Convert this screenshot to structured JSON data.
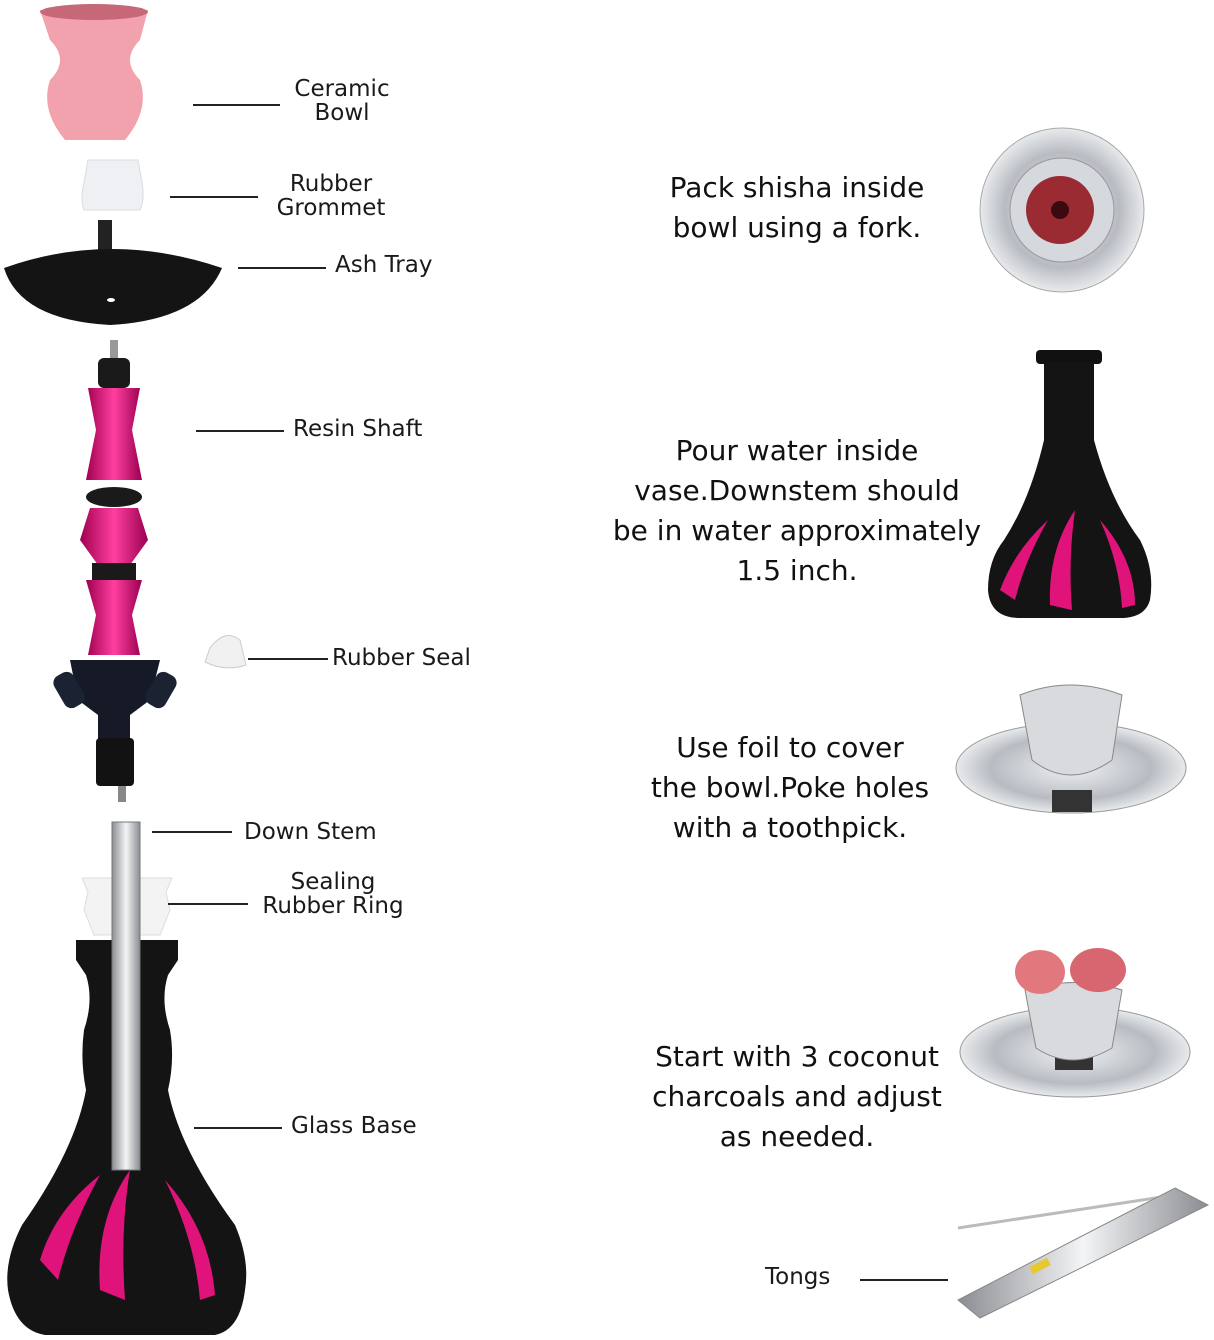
{
  "parts": [
    {
      "id": "ceramic-bowl",
      "lines": [
        "Ceramic",
        "Bowl"
      ]
    },
    {
      "id": "rubber-grommet",
      "lines": [
        "Rubber",
        "Grommet"
      ]
    },
    {
      "id": "ash-tray",
      "lines": [
        "Ash Tray"
      ]
    },
    {
      "id": "resin-shaft",
      "lines": [
        "Resin Shaft"
      ]
    },
    {
      "id": "rubber-seal",
      "lines": [
        "Rubber Seal"
      ]
    },
    {
      "id": "down-stem",
      "lines": [
        "Down Stem"
      ]
    },
    {
      "id": "sealing-rubber-ring",
      "lines": [
        "Sealing",
        "Rubber Ring"
      ]
    },
    {
      "id": "glass-base",
      "lines": [
        "Glass Base"
      ]
    },
    {
      "id": "tongs",
      "lines": [
        "Tongs"
      ]
    }
  ],
  "instructions": [
    {
      "lines": [
        "Pack shisha inside",
        "bowl using a fork."
      ]
    },
    {
      "lines": [
        "Pour water inside",
        "vase.Downstem should",
        "be in water approximately",
        "1.5 inch."
      ]
    },
    {
      "lines": [
        "Use foil to cover",
        "the bowl.Poke holes",
        "with a toothpick."
      ]
    },
    {
      "lines": [
        "Start with 3 coconut",
        "charcoals and adjust",
        "as needed."
      ]
    }
  ],
  "colors": {
    "accent": "#e0137a",
    "bowl": "#f0a3ae",
    "black": "#151515",
    "steel": "#c9ccd1"
  }
}
